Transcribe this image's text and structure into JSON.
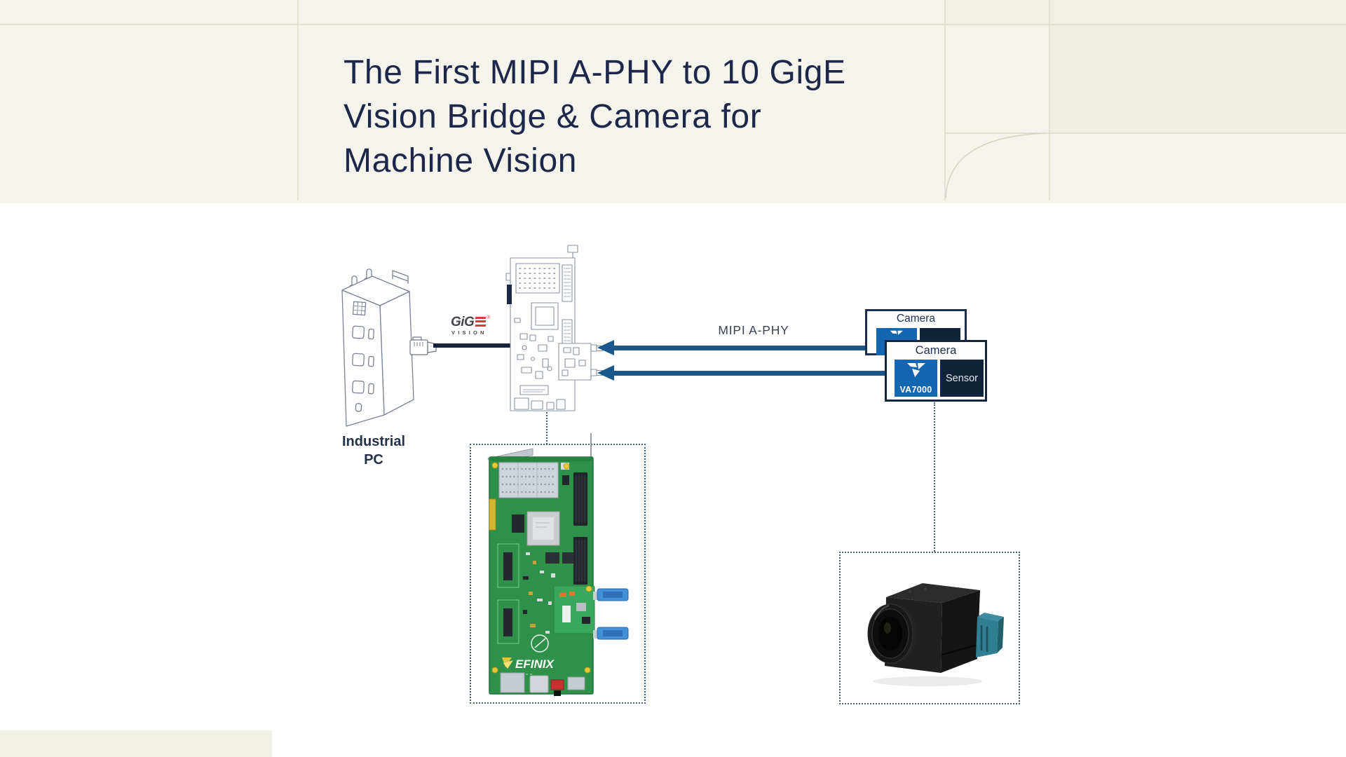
{
  "header": {
    "title_lines": [
      "The First MIPI A-PHY to 10 GigE",
      "Vision Bridge & Camera for",
      "Machine Vision"
    ]
  },
  "diagram": {
    "pc_label_line1": "Industrial",
    "pc_label_line2": "PC",
    "gige": {
      "main": "GiG",
      "reg": "®",
      "sub": "VISION"
    },
    "link_label": "MIPI A-PHY",
    "camera_back": {
      "title": "Camera"
    },
    "camera_front": {
      "title": "Camera",
      "bridge_chip": "VA7000",
      "sensor": "Sensor"
    },
    "board": {
      "brand": "EFINIX"
    }
  },
  "colors": {
    "navy_title": "#1e2749",
    "arrow_blue": "#1a578c",
    "camera_blue": "#1566b0",
    "camera_dark_navy": "#102339",
    "gige_red": "#d93a3c",
    "pcb_green": "#2f9149",
    "header_cream": "#f4f3ec"
  }
}
